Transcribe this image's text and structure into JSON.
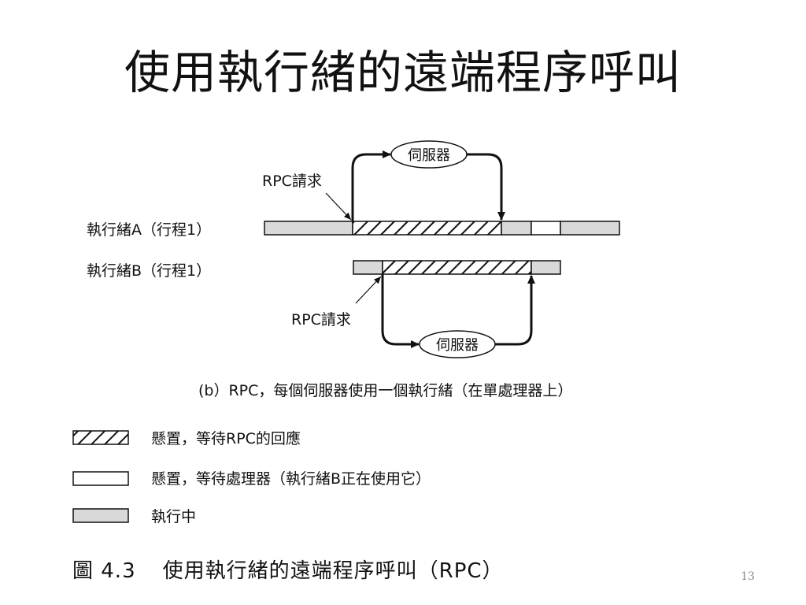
{
  "slide": {
    "title": "使用執行緒的遠端程序呼叫",
    "page_number": "13"
  },
  "diagram": {
    "thread_a_label": "執行緒A（行程1）",
    "thread_b_label": "執行緒B（行程1）",
    "server_label_top": "伺服器",
    "server_label_bottom": "伺服器",
    "rpc_request_top": "RPC請求",
    "rpc_request_bottom": "RPC請求",
    "subcaption": "(b）RPC，每個伺服器使用一個執行緒（在單處理器上）"
  },
  "legend": [
    {
      "pattern": "hatched",
      "text": "懸置，等待RPC的回應"
    },
    {
      "pattern": "white",
      "text": "懸置，等待處理器（執行緒B正在使用它）"
    },
    {
      "pattern": "gray",
      "text": "執行中"
    }
  ],
  "figure_caption": {
    "number": "圖 4.3",
    "text": "使用執行緒的遠端程序呼叫（RPC）"
  },
  "colors": {
    "running_fill": "#d9d9d9",
    "outline": "#111111",
    "background": "#ffffff"
  }
}
